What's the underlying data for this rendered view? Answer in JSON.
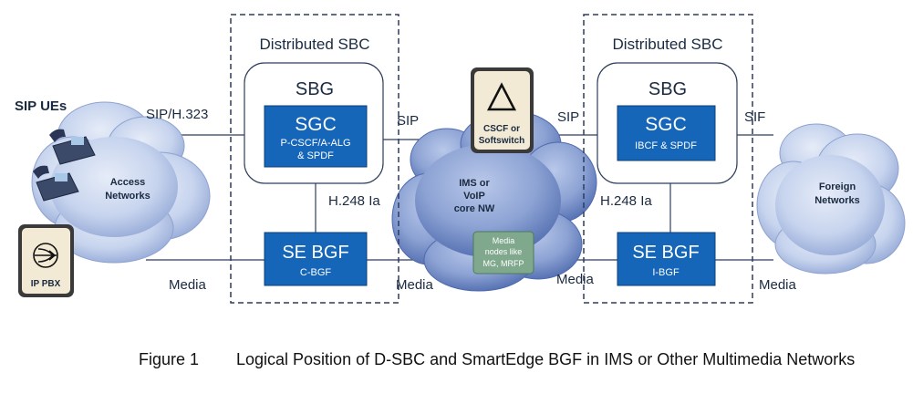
{
  "left_dsbc": {
    "title": "Distributed SBC",
    "sbg_label": "SBG",
    "sgc": {
      "title": "SGC",
      "line1": "P-CSCF/A-ALG",
      "line2": "& SPDF"
    },
    "sebgf": {
      "title": "SE BGF",
      "sub": "C-BGF"
    }
  },
  "right_dsbc": {
    "title": "Distributed SBC",
    "sbg_label": "SBG",
    "sgc": {
      "title": "SGC",
      "line1": "IBCF & SPDF"
    },
    "sebgf": {
      "title": "SE BGF",
      "sub": "I-BGF"
    }
  },
  "access_cloud": {
    "line1": "Access",
    "line2": "Networks"
  },
  "core_cloud": {
    "line1": "IMS or",
    "line2": "VoIP",
    "line3": "core NW"
  },
  "foreign_cloud": {
    "line1": "Foreign",
    "line2": "Networks"
  },
  "cscf_box": {
    "line1": "CSCF or",
    "line2": "Softswitch"
  },
  "media_nodes": {
    "line1": "Media",
    "line2": "nodes like",
    "line3": "MG, MRFP"
  },
  "sip_ues_label": "SIP UEs",
  "ip_pbx_label": "IP PBX",
  "links": {
    "sip_h323": "SIP/H.323",
    "sip_left": "SIP",
    "sip_right_in": "SIP",
    "sip_right_out": "SIF",
    "h248_left": "H.248 Ia",
    "h248_right": "H.248 Ia",
    "media_left": "Media",
    "media_core_left": "Media",
    "media_core_right": "Media",
    "media_right": "Media"
  },
  "caption": {
    "number": "Figure 1",
    "title": "Logical Position of D-SBC and SmartEdge BGF in IMS or Other Multimedia Networks"
  },
  "colors": {
    "box_blue": "#1565b8",
    "cloud_light": "#c4d2ec",
    "cloud_dark": "#7f99cc",
    "line": "#2e3d5c",
    "cscf_bg": "#f2ead4",
    "media_nodes_bg": "#7fa88c"
  }
}
